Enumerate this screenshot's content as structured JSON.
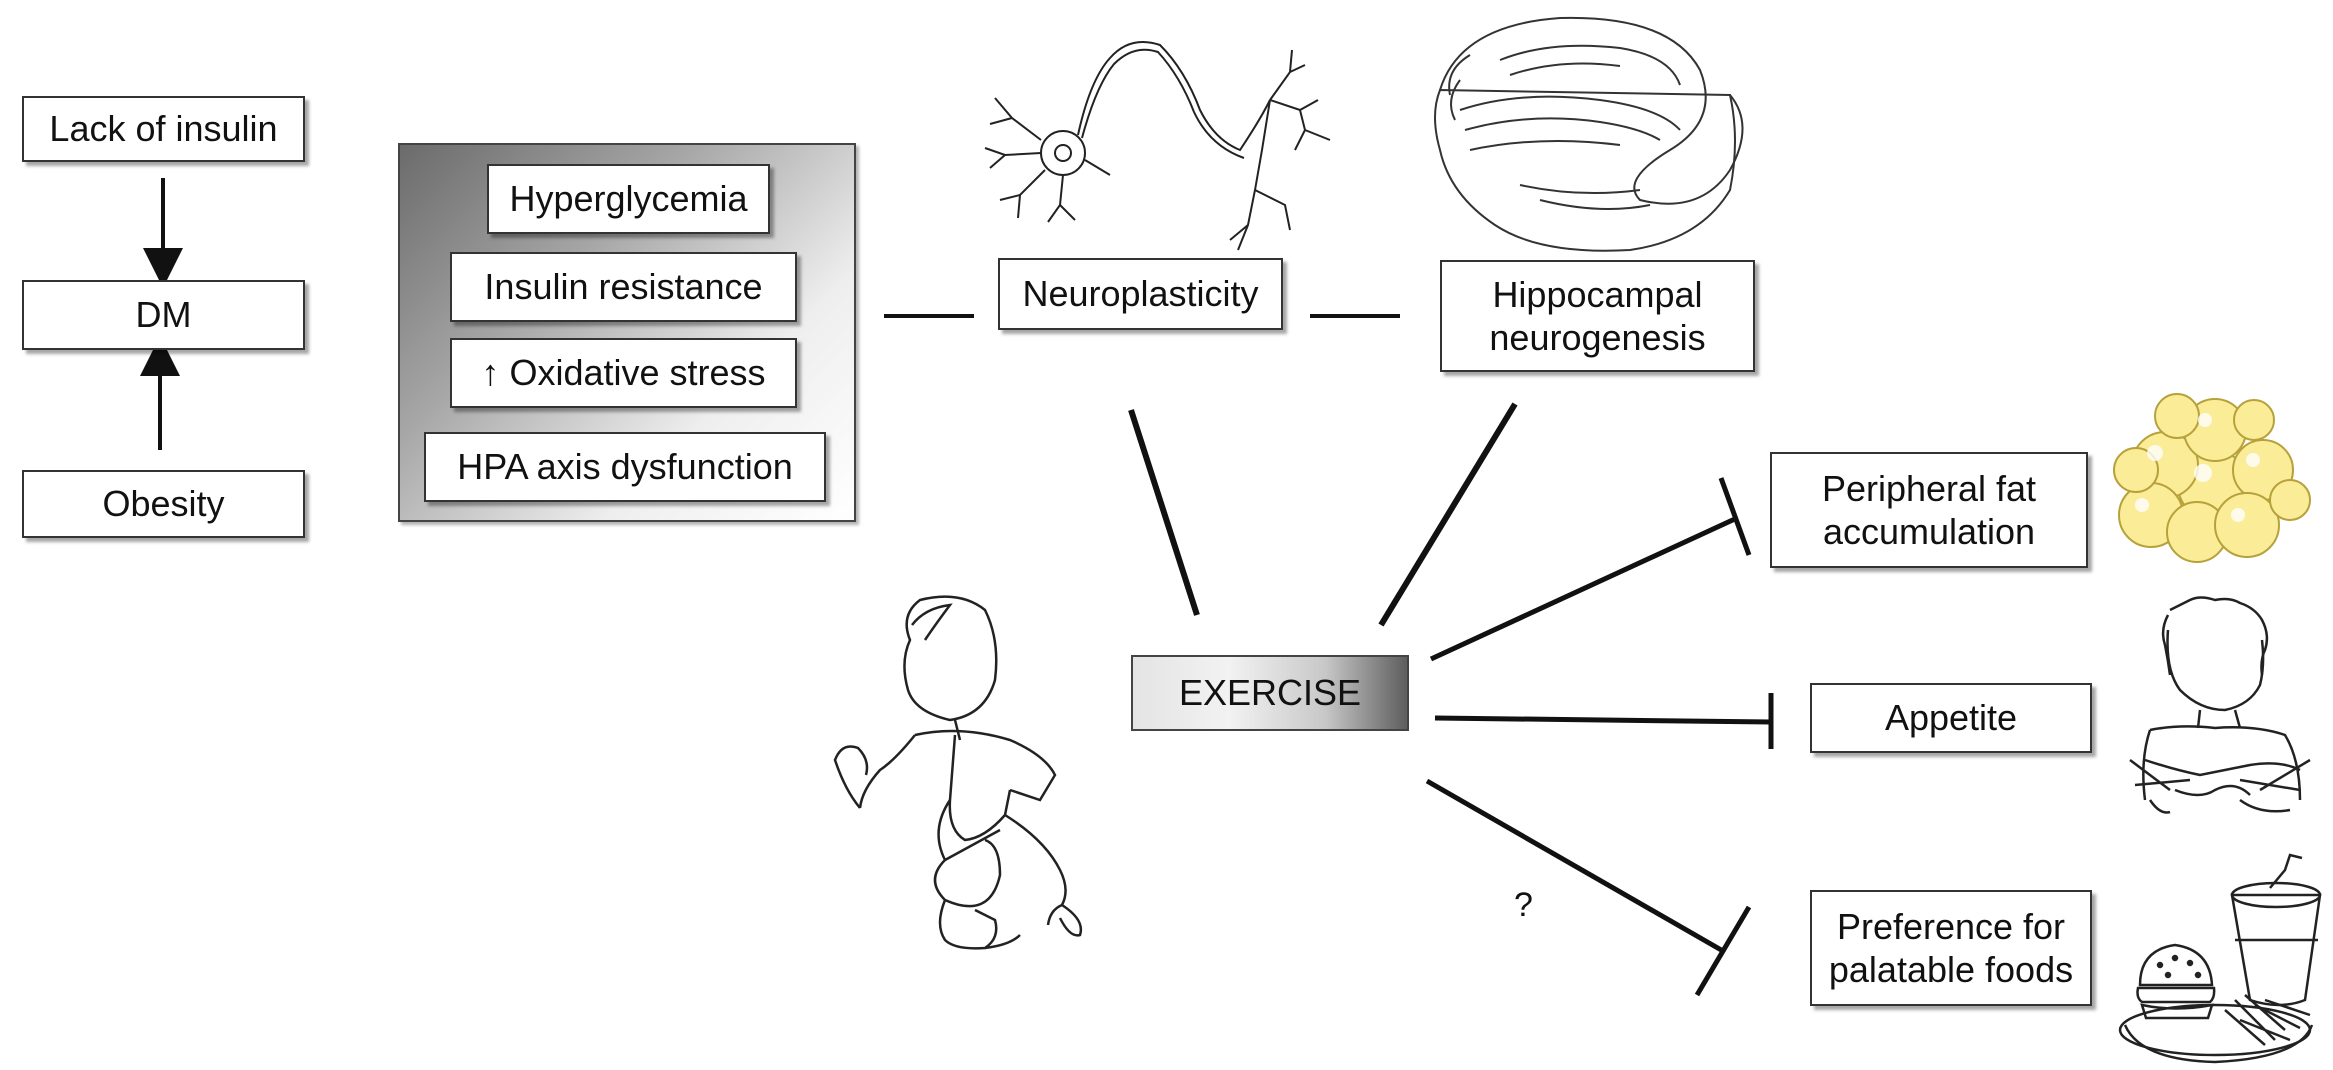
{
  "left_column": {
    "lack_of_insulin": "Lack of insulin",
    "dm": "DM",
    "obesity": "Obesity"
  },
  "factors": {
    "hyperglycemia": "Hyperglycemia",
    "insulin_resistance": "Insulin resistance",
    "oxidative_stress": "↑ Oxidative stress",
    "hpa_axis": "HPA axis dysfunction"
  },
  "top_row": {
    "neuroplasticity": "Neuroplasticity",
    "hippocampal_line1": "Hippocampal",
    "hippocampal_line2": "neurogenesis"
  },
  "center": {
    "exercise": "EXERCISE",
    "question_mark": "?"
  },
  "outcomes": {
    "peripheral_line1": "Peripheral fat",
    "peripheral_line2": "accumulation",
    "appetite": "Appetite",
    "preference_line1": "Preference for",
    "preference_line2": "palatable foods"
  },
  "illustrations": [
    "neuron-illustration",
    "hippocampus-illustration",
    "fat-cells-illustration",
    "child-running-illustration",
    "child-eating-illustration",
    "fast-food-illustration"
  ]
}
